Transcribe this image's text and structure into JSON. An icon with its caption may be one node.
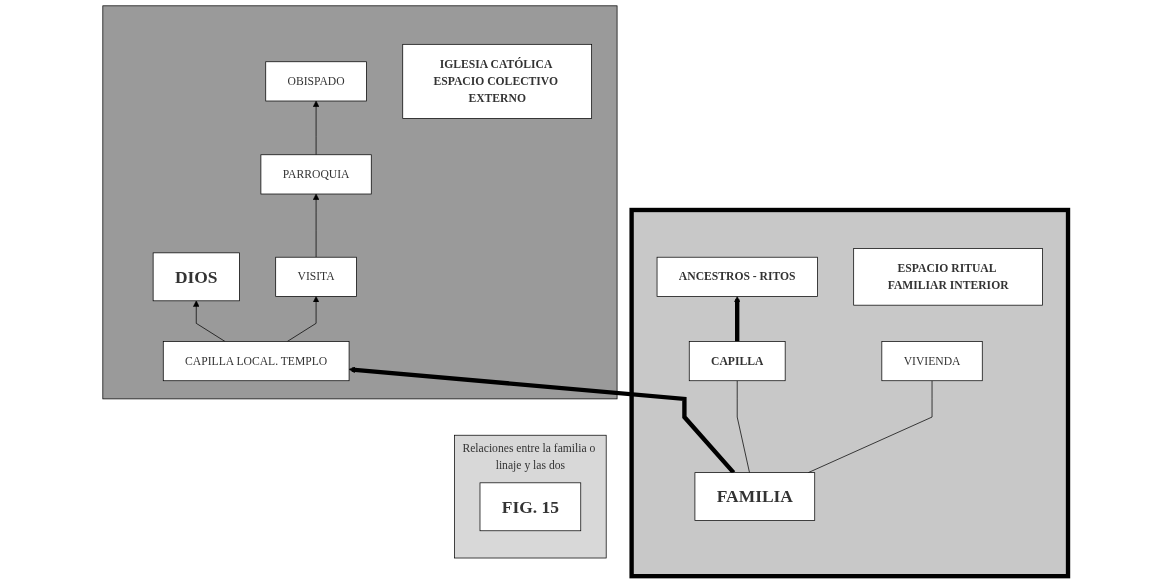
{
  "diagram": {
    "nodes": [
      {
        "text": [],
        "shape": "box"
      },
      {
        "text": [
          "ANCESTROS - RITOS"
        ],
        "in": 0
      },
      {
        "text": [
          "CAPILLA"
        ],
        "in": 0
      },
      {
        "text": [
          "VIVIENDA"
        ],
        "in": 0
      },
      {
        "text": [
          "FAMILIA"
        ],
        "in": 0
      },
      {
        "text": [
          "ESPACIO RITUAL FAMILIAR INTERIOR"
        ],
        "in": 0
      },
      {
        "text": [],
        "shape": "box"
      },
      {
        "text": [
          "OBISPADO"
        ],
        "in": 6
      },
      {
        "text": [
          "DIOS"
        ],
        "in": 6
      },
      {
        "text": [
          "PARROQUIA"
        ],
        "in": 6
      },
      {
        "text": [
          "VISITA"
        ],
        "in": 6
      },
      {
        "text": [
          "CAPILLA LOCAL. TEMPLO"
        ],
        "in": 6
      },
      {
        "text": [
          "IGLESIA CATÓLICA ESPACIO COLECTIVO EXTERNO"
        ],
        "in": 6
      },
      {
        "text": [
          "Relaciones entre la familia o linaje y las dos"
        ]
      },
      {
        "text": [
          "FIG. 15"
        ],
        "in": 13
      }
    ],
    "edges": [
      {
        "from": 2,
        "to": 1,
        "arrow": "to",
        "style": "thick"
      },
      {
        "from": 4,
        "to": 2,
        "arrow": "none"
      },
      {
        "from": 4,
        "to": 3,
        "arrow": "none"
      },
      {
        "from": 4,
        "to": 11,
        "arrow": "to",
        "style": "thick"
      },
      {
        "from": 11,
        "to": 10,
        "arrow": "to"
      },
      {
        "from": 10,
        "to": 9,
        "arrow": "to"
      },
      {
        "from": 9,
        "to": 7,
        "arrow": "to"
      },
      {
        "from": 11,
        "to": 8,
        "arrow": "to"
      }
    ]
  }
}
